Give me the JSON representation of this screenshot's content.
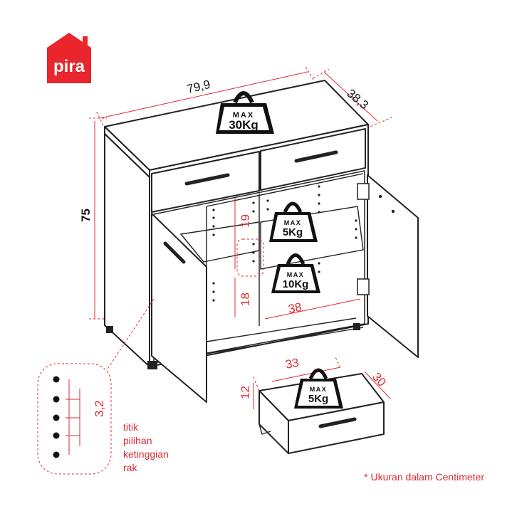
{
  "brand": {
    "name": "pira",
    "color": "#e8262c"
  },
  "dimensions": {
    "width": "79,9",
    "depth": "38,3",
    "height": "75",
    "shelf_upper": "19",
    "shelf_lower": "18",
    "inner_width": "38",
    "drawer_width": "33",
    "drawer_depth": "30",
    "drawer_height": "12",
    "hole_spacing": "3,2"
  },
  "loads": {
    "top": {
      "max": "MAX",
      "value": "30Kg"
    },
    "shelf": {
      "max": "MAX",
      "value": "5Kg"
    },
    "bottom": {
      "max": "MAX",
      "value": "10Kg"
    },
    "drawer": {
      "max": "MAX",
      "value": "5Kg"
    }
  },
  "note_holes": [
    "titik",
    "pilihan",
    "ketinggian",
    "rak"
  ],
  "footnote": "* Ukuran dalam Centimeter",
  "colors": {
    "accent": "#e02a2f",
    "line": "#222222"
  }
}
